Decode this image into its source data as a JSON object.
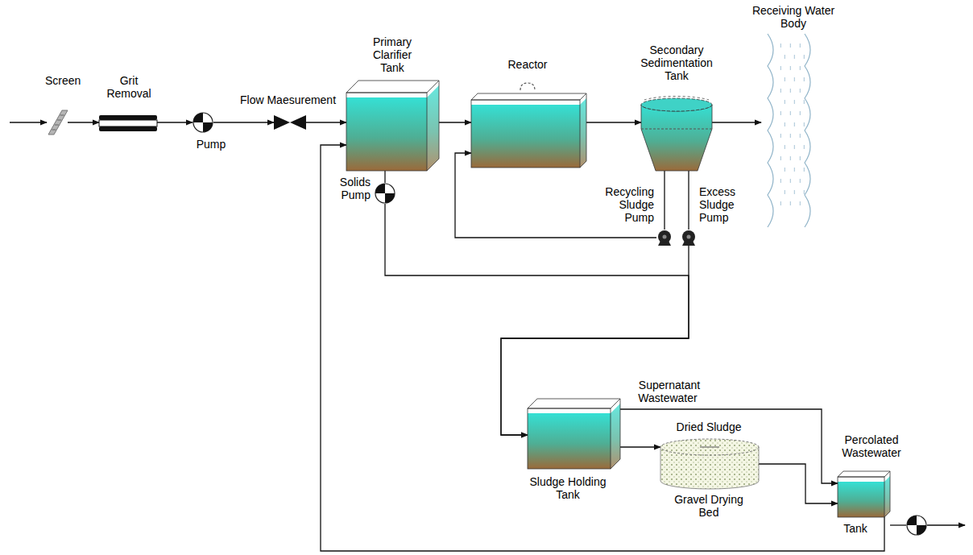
{
  "diagram": {
    "nodes": [
      {
        "text": [
          "Screen"
        ]
      },
      {
        "text": [
          "Grit Removal"
        ]
      },
      {
        "text": [
          "Pump"
        ]
      },
      {
        "text": [
          "Flow Maesurement"
        ]
      },
      {
        "text": [
          "Primary Clarifier Tank"
        ]
      },
      {
        "text": [
          "Reactor"
        ]
      },
      {
        "text": [
          "Secondary Sedimentation Tank"
        ]
      },
      {
        "text": [
          "Receiving Water Body"
        ]
      },
      {
        "text": [
          "Solids Pump"
        ]
      },
      {
        "text": [
          "Recycling Sludge Pump"
        ]
      },
      {
        "text": [
          "Excess Sludge Pump"
        ]
      },
      {
        "text": [
          "Sludge Holding Tank"
        ]
      },
      {
        "text": [
          "Dried Sludge",
          "Gravel Drying Bed"
        ]
      },
      {
        "text": [
          "Percolated Wastewater",
          "Tank"
        ]
      }
    ],
    "edges": [
      {
        "from": 0,
        "to": 1,
        "arrow": "to"
      },
      {
        "from": 1,
        "to": 2,
        "arrow": "to"
      },
      {
        "from": 2,
        "to": 3,
        "arrow": "to"
      },
      {
        "from": 3,
        "to": 4,
        "arrow": "to"
      },
      {
        "from": 4,
        "to": 5,
        "arrow": "to"
      },
      {
        "from": 5,
        "to": 6,
        "arrow": "to"
      },
      {
        "from": 6,
        "to": 7,
        "arrow": "to"
      },
      {
        "from": 6,
        "to": 9,
        "arrow": "none"
      },
      {
        "from": 6,
        "to": 10,
        "arrow": "none"
      },
      {
        "from": 9,
        "to": 5,
        "arrow": "to"
      },
      {
        "from": 4,
        "to": 8,
        "arrow": "none"
      },
      {
        "from": 8,
        "to": 11,
        "arrow": "to"
      },
      {
        "from": 10,
        "to": 11,
        "arrow": "to"
      },
      {
        "from": 11,
        "to": 12,
        "arrow": "to"
      },
      {
        "from": 11,
        "to": 13,
        "label": "Supernatant Wastewater",
        "arrow": "to"
      },
      {
        "from": 12,
        "to": 13,
        "arrow": "to"
      },
      {
        "from": 13,
        "to": 4,
        "arrow": "to"
      }
    ]
  }
}
